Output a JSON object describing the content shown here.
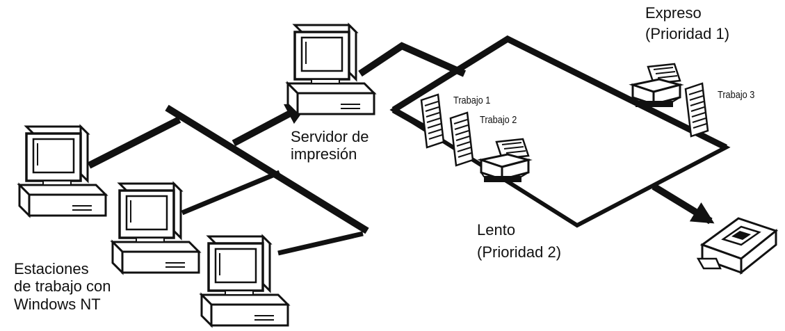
{
  "labels": {
    "expreso_name": "Expreso",
    "expreso_priority": "(Prioridad 1)",
    "lento_name": "Lento",
    "lento_priority": "(Prioridad 2)",
    "print_server": "Servidor de\nimpresión",
    "workstations": "Estaciones\nde trabajo con\nWindows NT",
    "job1": "Trabajo 1",
    "job2": "Trabajo 2",
    "job3": "Trabajo 3"
  },
  "colors": {
    "line": "#111111",
    "paper": "#ffffff",
    "device_fill": "#f4f4f4"
  },
  "icons": {
    "workstation": "desktop-computer-icon",
    "server": "print-server-computer-icon",
    "printer": "printer-icon",
    "document": "print-job-document-icon",
    "print_device": "print-device-icon"
  }
}
